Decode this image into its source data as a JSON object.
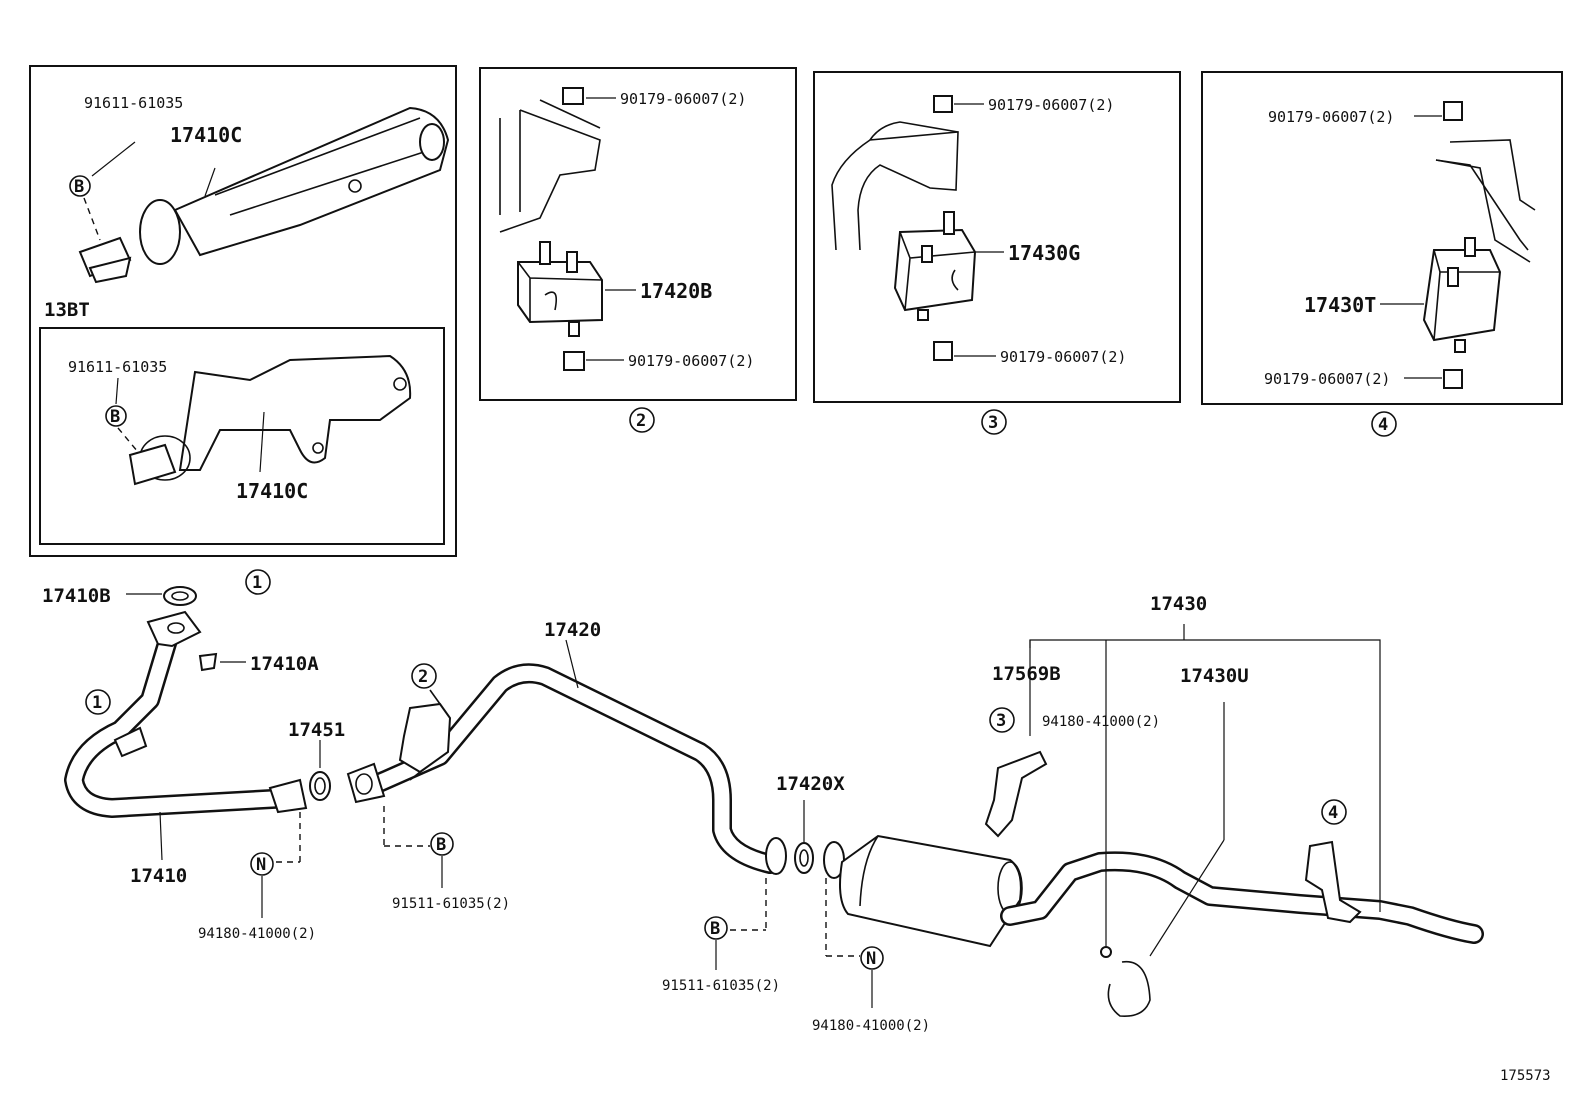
{
  "callouts": {
    "p1": {
      "upper_bolt": "91611-61035",
      "upper_part": "17410C",
      "variant": "13BT",
      "lower_bolt": "91611-61035",
      "lower_part": "17410C"
    },
    "p2": {
      "top_nut": "90179-06007(2)",
      "mount": "17420B",
      "bottom_nut": "90179-06007(2)"
    },
    "p3": {
      "top_nut": "90179-06007(2)",
      "mount": "17430G",
      "bottom_nut": "90179-06007(2)"
    },
    "p4": {
      "top_nut": "90179-06007(2)",
      "mount": "17430T",
      "bottom_nut": "90179-06007(2)"
    },
    "main": {
      "gasket": "17410B",
      "stud": "17410A",
      "front_pipe": "17410",
      "ring": "17451",
      "center_pipe": "17420",
      "gasket2": "17420X",
      "tail_assy": "17430",
      "bracket": "17569B",
      "hanger": "17430U",
      "nut_left": "94180-41000(2)",
      "bolt_left": "91511-61035(2)",
      "bolt_mid": "91511-61035(2)",
      "nut_mid": "94180-41000(2)",
      "nut_right": "94180-41000(2)"
    }
  },
  "markers": {
    "one": "1",
    "two": "2",
    "three": "3",
    "four": "4",
    "bolt_letter": "B",
    "nut_letter": "N"
  },
  "footer": {
    "figure_id": "175573"
  }
}
